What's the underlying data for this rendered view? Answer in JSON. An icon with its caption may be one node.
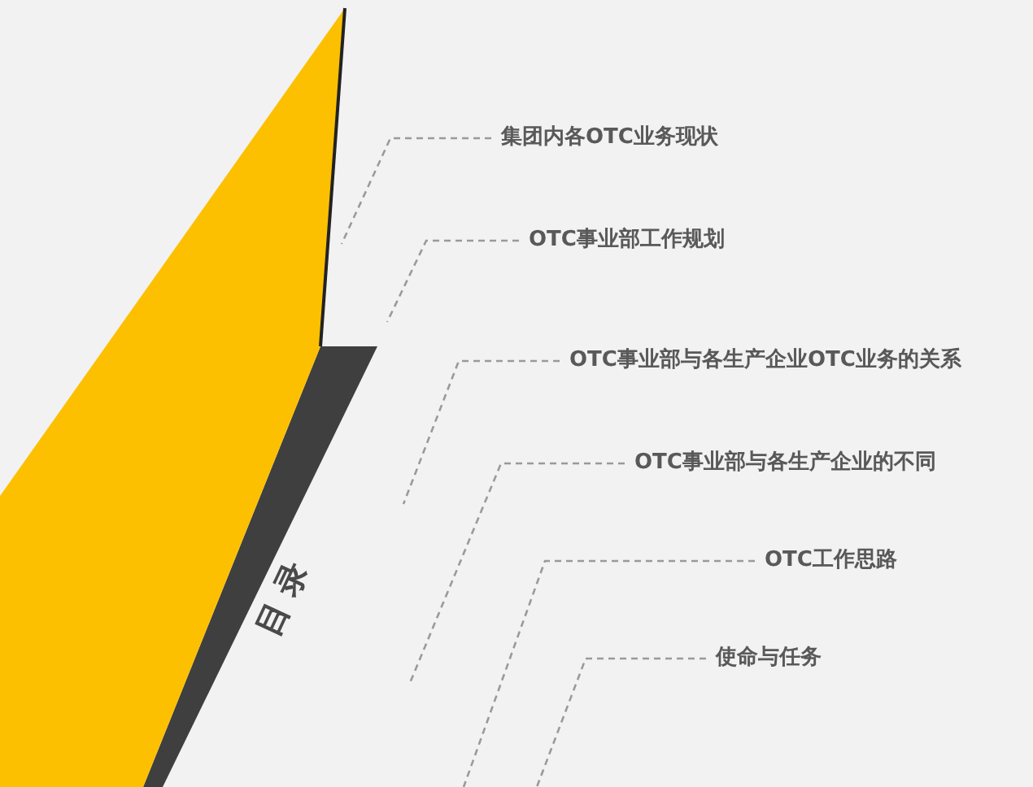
{
  "diagram": {
    "nodes": [
      {
        "text": [
          "集团内各OTC业务现状"
        ]
      },
      {
        "text": [
          "OTC事业部工作规划"
        ]
      },
      {
        "text": [
          "OTC事业部与各生产企业OTC业务的关系"
        ]
      },
      {
        "text": [
          "OTC事业部与各生产企业的不同"
        ]
      },
      {
        "text": [
          "OTC工作思路"
        ]
      },
      {
        "text": [
          "使命与任务"
        ]
      }
    ],
    "edges": [
      {
        "from": 0,
        "to": null,
        "arrow": "none",
        "style": "dashed"
      },
      {
        "from": 1,
        "to": null,
        "arrow": "none",
        "style": "dashed"
      },
      {
        "from": 2,
        "to": null,
        "arrow": "none",
        "style": "dashed"
      },
      {
        "from": 3,
        "to": null,
        "arrow": "none",
        "style": "dashed"
      },
      {
        "from": 4,
        "to": null,
        "arrow": "none",
        "style": "dashed"
      },
      {
        "from": 5,
        "to": null,
        "arrow": "none",
        "style": "dashed"
      }
    ],
    "labels": [
      "目 录"
    ]
  }
}
